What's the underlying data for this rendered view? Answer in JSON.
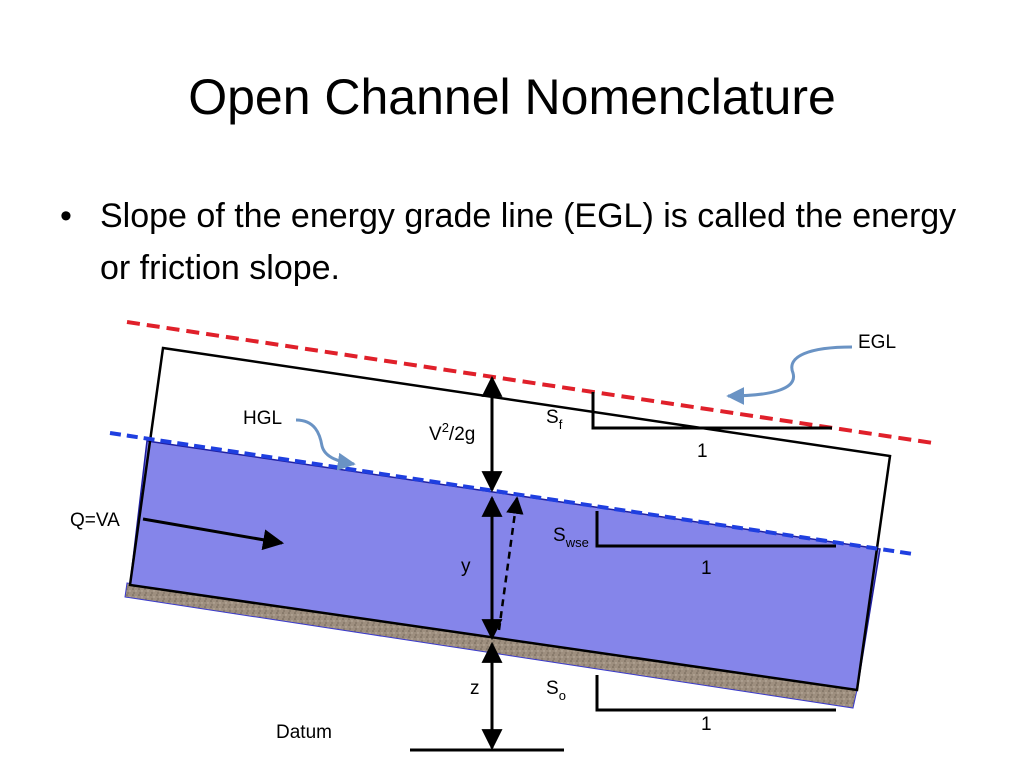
{
  "slide": {
    "title": "Open Channel Nomenclature",
    "bullet_symbol": "•",
    "bullet_text": "Slope of the energy grade line (EGL) is called the energy or friction slope."
  },
  "diagram": {
    "labels": {
      "egl": "EGL",
      "hgl": "HGL",
      "velocity_head_main": "V",
      "velocity_head_sup": "2",
      "velocity_head_rest": "/2g",
      "flow": "Q=VA",
      "depth": "y",
      "elevation": "z",
      "datum": "Datum",
      "friction_slope_main": "S",
      "friction_slope_sub": "f",
      "water_surface_slope_main": "S",
      "water_surface_slope_sub": "wse",
      "bed_slope_main": "S",
      "bed_slope_sub": "o",
      "run_egl": "1",
      "run_wse": "1",
      "run_bed": "1"
    },
    "colors": {
      "egl_line": "#e0202a",
      "hgl_line": "#1f3fe0",
      "water_fill": "#8585ea",
      "channel_outline": "#000000",
      "bed_fill": "#9e8f7f",
      "callout_arrow": "#6a93c4"
    }
  }
}
